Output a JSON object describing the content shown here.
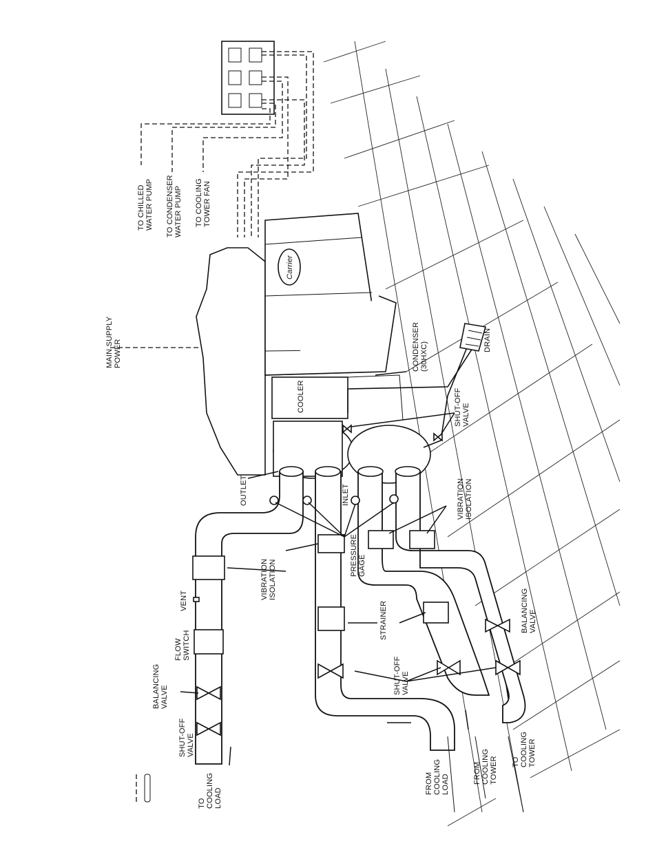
{
  "labels": {
    "to_chilled_water_pump": [
      "TO CHILLED",
      "WATER PUMP"
    ],
    "to_condenser_water_pump": [
      "TO CONDENSER",
      "WATER PUMP"
    ],
    "to_cooling_tower_fan": [
      "TO COOLING",
      "TOWER FAN"
    ],
    "main_supply_power": [
      "MAIN SUPPLY",
      "POWER"
    ],
    "brand": "Carrier",
    "cooler": "COOLER",
    "condenser": [
      "CONDENSER",
      "(30HXC)"
    ],
    "drain": "DRAIN",
    "shutoff_valve_top": [
      "SHUT-OFF",
      "VALVE"
    ],
    "outlet": "OUTLET",
    "inlet": "INLET",
    "vibration_isolation_right": [
      "VIBRATION",
      "ISOLATION"
    ],
    "pressure_gage": [
      "PRESSURE",
      "GAGE"
    ],
    "vibration_isolation_mid": [
      "VIBRATION",
      "ISOLATION"
    ],
    "vent": "VENT",
    "flow_switch": [
      "FLOW",
      "SWITCH"
    ],
    "balancing_valve_left": [
      "BALANCING",
      "VALVE"
    ],
    "shutoff_valve_left": [
      "SHUT-OFF",
      "VALVE"
    ],
    "to_cooling_load": [
      "TO",
      "COOLING",
      "LOAD"
    ],
    "strainer": "STRAINER",
    "shutoff_valve_bottom": [
      "SHUT-OFF",
      "VALVE"
    ],
    "balancing_valve_right": [
      "BALANCING",
      "VALVE"
    ],
    "from_cooling_load": [
      "FROM",
      "COOLING",
      "LOAD"
    ],
    "from_cooling_tower": [
      "FROM",
      "COOLING",
      "TOWER"
    ],
    "to_cooling_tower": [
      "TO",
      "COOLING",
      "TOWER"
    ]
  }
}
